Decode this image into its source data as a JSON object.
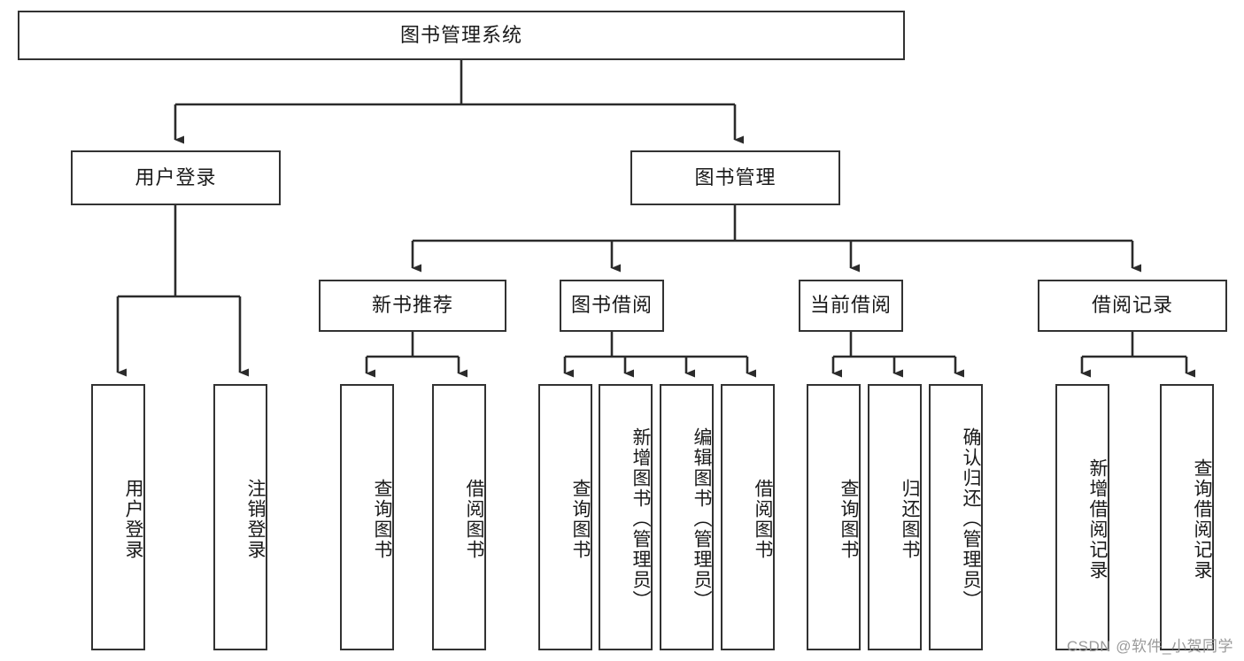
{
  "diagram": {
    "title": "图书管理系统",
    "type": "tree",
    "colors": {
      "border": "#323232",
      "fill": "#ffffff",
      "text": "#1a1a1a",
      "edge": "#2b2b2b",
      "watermark": "#9a9a9a"
    },
    "root": {
      "label": "图书管理系统",
      "id": "root-book-management-system"
    },
    "level2": [
      {
        "id": "user-login",
        "label": "用户登录"
      },
      {
        "id": "book-management",
        "label": "图书管理"
      }
    ],
    "level3": [
      {
        "id": "new-book-recommend",
        "label": "新书推荐",
        "parent": "book-management"
      },
      {
        "id": "book-borrow",
        "label": "图书借阅",
        "parent": "book-management"
      },
      {
        "id": "current-borrow",
        "label": "当前借阅",
        "parent": "book-management"
      },
      {
        "id": "borrow-record",
        "label": "借阅记录",
        "parent": "book-management"
      }
    ],
    "leaves": [
      {
        "id": "leaf-user-login",
        "label": "用户登录",
        "parent": "user-login"
      },
      {
        "id": "leaf-logout-login",
        "label": "注销登录",
        "parent": "user-login"
      },
      {
        "id": "leaf-query-book-1",
        "label": "查询图书",
        "parent": "new-book-recommend"
      },
      {
        "id": "leaf-borrow-book-1",
        "label": "借阅图书",
        "parent": "new-book-recommend"
      },
      {
        "id": "leaf-query-book-2",
        "label": "查询图书",
        "parent": "book-borrow"
      },
      {
        "id": "leaf-add-book-admin",
        "label": "新增图书（管理员）",
        "parent": "book-borrow"
      },
      {
        "id": "leaf-edit-book-admin",
        "label": "编辑图书（管理员）",
        "parent": "book-borrow"
      },
      {
        "id": "leaf-borrow-book-2",
        "label": "借阅图书",
        "parent": "book-borrow"
      },
      {
        "id": "leaf-query-book-3",
        "label": "查询图书",
        "parent": "current-borrow"
      },
      {
        "id": "leaf-return-book",
        "label": "归还图书",
        "parent": "current-borrow"
      },
      {
        "id": "leaf-confirm-return-admin",
        "label": "确认归还（管理员）",
        "parent": "current-borrow"
      },
      {
        "id": "leaf-add-borrow-record",
        "label": "新增借阅记录",
        "parent": "borrow-record"
      },
      {
        "id": "leaf-query-borrow-record",
        "label": "查询借阅记录",
        "parent": "borrow-record"
      }
    ]
  },
  "watermark": {
    "text": "CSDN @软件_小贺同学"
  }
}
